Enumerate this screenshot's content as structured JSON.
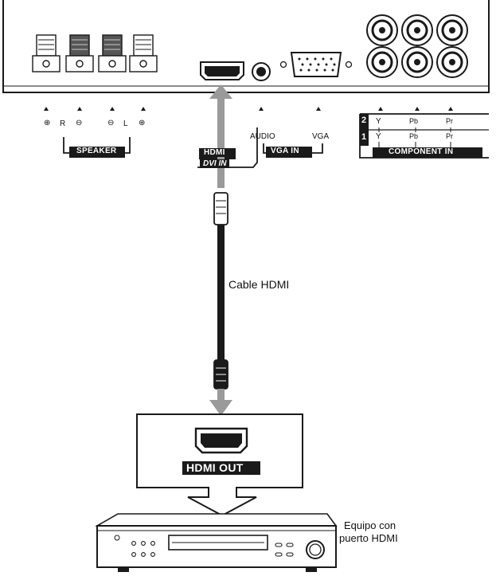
{
  "panel": {
    "speaker_terminals": {
      "signs": [
        "⊕",
        "⊖",
        "⊖",
        "⊕"
      ],
      "channels": [
        "R",
        "L"
      ],
      "label": "SPEAKER"
    },
    "hdmi_input": {
      "label": "HDMI",
      "sublabel": "DVI IN"
    },
    "audio_label": "AUDIO",
    "vga_label": "VGA",
    "vga_in_label": "VGA IN",
    "component": {
      "rows": [
        "2",
        "1"
      ],
      "columns": [
        "Y",
        "Pb",
        "Pr"
      ],
      "label": "COMPONENT IN"
    }
  },
  "cable": {
    "label": "Cable HDMI"
  },
  "source_device": {
    "output_label": "HDMI OUT",
    "caption_line1": "Equipo con",
    "caption_line2": "puerto HDMI"
  },
  "colors": {
    "ink": "#1a1a1a",
    "cable_arrow": "#9a9a9a"
  }
}
